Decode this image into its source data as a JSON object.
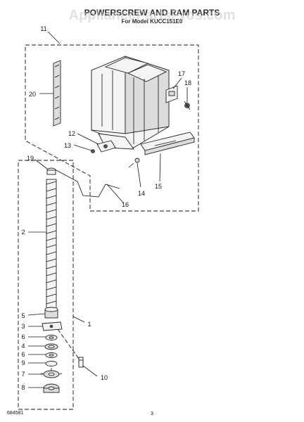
{
  "header": {
    "title": "POWERSCREW AND RAM PARTS",
    "subtitle": "For Model KUCC151E0",
    "watermark": "AppliancePartsPros.com"
  },
  "callouts": [
    "11",
    "20",
    "12",
    "13",
    "17",
    "18",
    "19",
    "14",
    "15",
    "16",
    "2",
    "1",
    "5",
    "3",
    "6",
    "4",
    "6",
    "9",
    "7",
    "8",
    "10"
  ],
  "footer": {
    "code": "684581",
    "page": "3"
  }
}
